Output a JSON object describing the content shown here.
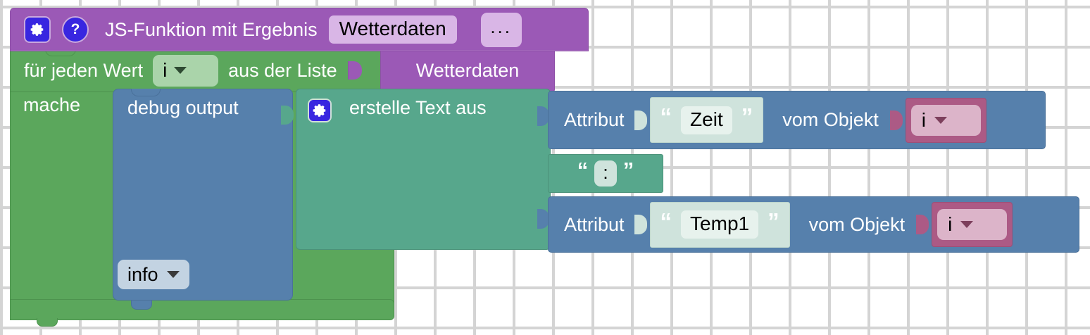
{
  "workspace": {
    "background": "#ffffff",
    "grid_marker_color": "#d4d4d4"
  },
  "colors": {
    "function_block": "#9b59b6",
    "loop_block": "#5BA75C",
    "statement_block": "#5680AC",
    "text_block": "#57A78C",
    "string_block": "#cfe3dc",
    "variable_block": "#ac5a85",
    "icon_blue": "#3826e0"
  },
  "function_block": {
    "gear_icon": "gear-icon",
    "help_icon": "?",
    "title": "JS-Funktion mit Ergebnis",
    "name_value": "Wetterdaten",
    "more_label": "..."
  },
  "loop_block": {
    "prefix_label": "für jeden Wert",
    "variable": "i",
    "middle_label": "aus der Liste",
    "list_value": "Wetterdaten",
    "do_label": "mache"
  },
  "debug_block": {
    "label": "debug output",
    "level_value": "info"
  },
  "create_text_block": {
    "gear_icon": "gear-icon",
    "label": "erstelle Text aus"
  },
  "attribute_rows": [
    {
      "label": "Attribut",
      "quote_open": "“",
      "attribute_name": "Zeit",
      "quote_close": "”",
      "object_label": "vom Objekt",
      "object_variable": "i"
    },
    {
      "label": "Attribut",
      "quote_open": "“",
      "attribute_name": "Temp1",
      "quote_close": "”",
      "object_label": "vom Objekt",
      "object_variable": "i"
    }
  ],
  "separator_block": {
    "quote_open": "“",
    "value": ":",
    "quote_close": "”"
  }
}
